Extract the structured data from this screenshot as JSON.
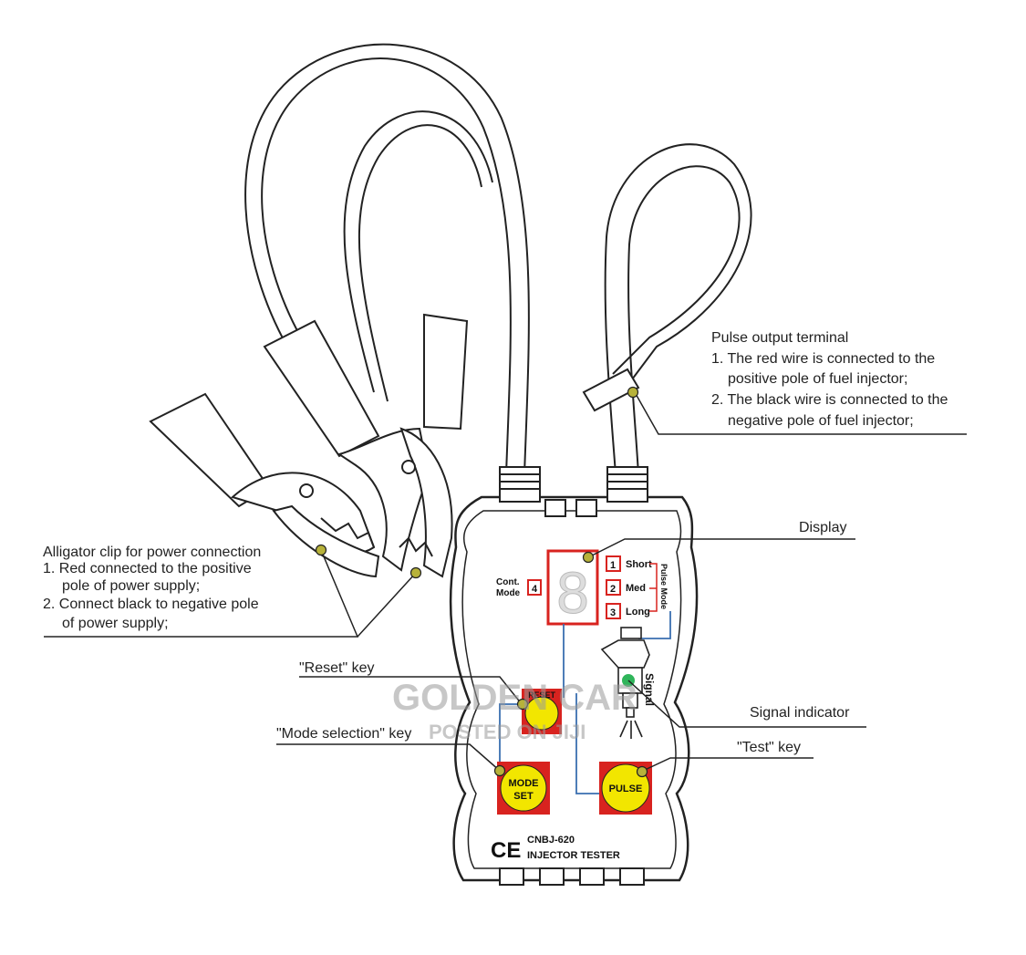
{
  "callouts": {
    "pulse_terminal": {
      "title": "Pulse output terminal",
      "line1": "1. The red wire is connected to the",
      "line2": "positive pole of fuel injector;",
      "line3": "2. The black wire is connected to the",
      "line4": "negative pole of fuel injector;"
    },
    "alligator": {
      "title": "Alligator clip for power connection",
      "line1": "1. Red connected to the positive",
      "line2": "pole of power supply;",
      "line3": "2. Connect black to negative pole",
      "line4": "of power supply;"
    },
    "display": "Display",
    "reset_key": "\"Reset\" key",
    "mode_key": "\"Mode selection\" key",
    "signal_indicator": "Signal indicator",
    "test_key": "\"Test\" key"
  },
  "device": {
    "cont_mode_line1": "Cont.",
    "cont_mode_line2": "Mode",
    "cont_mode_num": "4",
    "modes": [
      {
        "num": "1",
        "label": "Short"
      },
      {
        "num": "2",
        "label": "Med"
      },
      {
        "num": "3",
        "label": "Long"
      }
    ],
    "pulse_mode": "Pulse Mode",
    "signal": "Signal",
    "reset_button": "RESET",
    "mode_button_line1": "MODE",
    "mode_button_line2": "SET",
    "pulse_button": "PULSE",
    "ce_mark": "CE",
    "model": "CNBJ-620",
    "product_name": "INJECTOR TESTER"
  },
  "watermark": {
    "line1": "GOLDEN CAR",
    "line2": "POSTED ON JIJI"
  },
  "colors": {
    "accent_red": "#d8231f",
    "button_yellow": "#f2e600",
    "dot_olive": "#b7b23a",
    "wire_blue": "#3a6fb0",
    "signal_green": "#2fb55a"
  }
}
